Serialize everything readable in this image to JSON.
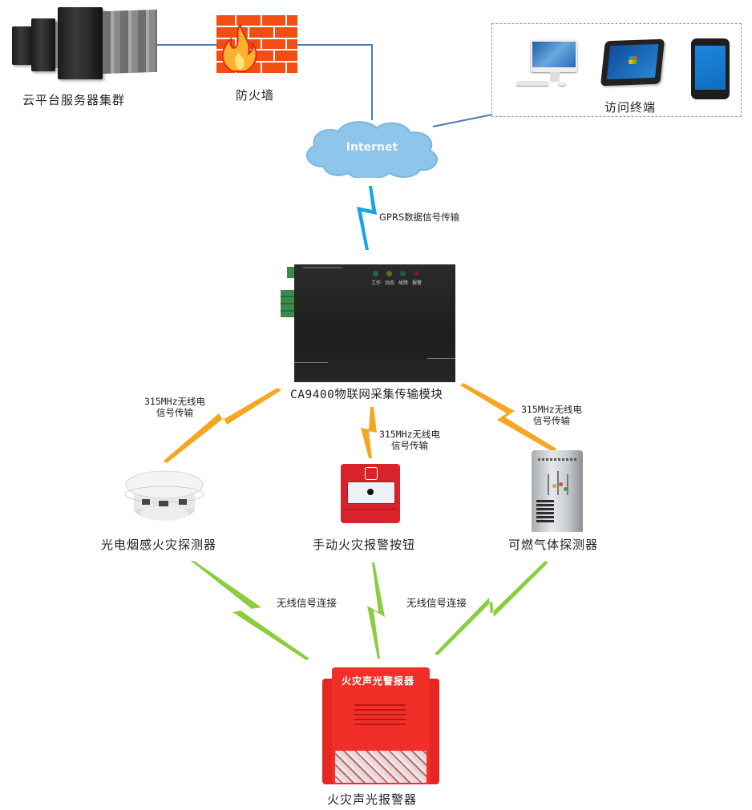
{
  "diagram": {
    "nodes": {
      "server_cluster": {
        "label": "云平台服务器集群",
        "icon": "server-rack-icon"
      },
      "firewall": {
        "label": "防火墙",
        "icon": "firewall-icon"
      },
      "internet": {
        "label": "Internet",
        "icon": "cloud-icon"
      },
      "access_terminals": {
        "label": "访问终端",
        "devices": [
          "desktop-computer-icon",
          "tablet-icon",
          "smartphone-icon"
        ]
      },
      "iot_module": {
        "label": "CA9400物联网采集传输模块",
        "leds": [
          {
            "label": "工作",
            "color": "#1f6b3a"
          },
          {
            "label": "动态",
            "color": "#6b6a1f"
          },
          {
            "label": "故障",
            "color": "#1f5b3d"
          },
          {
            "label": "报警",
            "color": "#6b1f2a"
          }
        ]
      },
      "smoke_detector": {
        "label": "光电烟感火灾探测器"
      },
      "manual_button": {
        "label": "手动火灾报警按钮"
      },
      "gas_detector": {
        "label": "可燃气体探测器"
      },
      "sound_light_alarm": {
        "label": "火灾声光报警器",
        "device_text": "火灾声光警报器"
      }
    },
    "links": {
      "gprs": {
        "label": "GPRS数据信号传输",
        "color": "#1aa3e8"
      },
      "rf_left": {
        "line1": "315MHz无线电",
        "line2": "信号传输",
        "color": "#f5a623"
      },
      "rf_center": {
        "line1": "315MHz无线电",
        "line2": "信号传输",
        "color": "#f5a623"
      },
      "rf_right": {
        "line1": "315MHz无线电",
        "line2": "信号传输",
        "color": "#f5a623"
      },
      "wireless_left": {
        "label": "无线信号连接",
        "color": "#8ccc3f"
      },
      "wireless_right": {
        "label": "无线信号连接",
        "color": "#8ccc3f"
      }
    },
    "colors": {
      "network_line": "#4f78b8",
      "cloud_fill": "#8ec5ea",
      "firewall_brick": "#f04e12",
      "alarm_red": "#ee2a26"
    }
  }
}
